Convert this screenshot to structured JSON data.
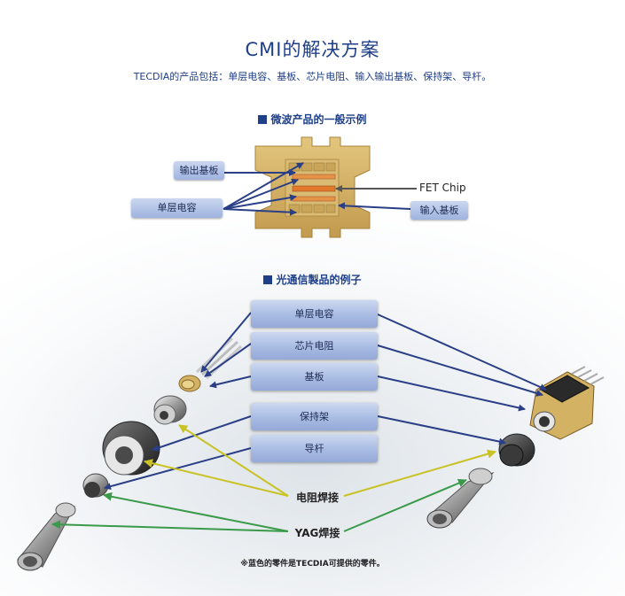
{
  "header": {
    "title": "CMI的解决方案",
    "subtitle": "TECDIA的产品包括：单层电容、基板、芯片电阻、输入输出基板、保持架、导杆。"
  },
  "microwave": {
    "heading": "微波产品的一般示例",
    "labels": {
      "output_substrate": "输出基板",
      "single_layer_cap": "单层电容",
      "fet_chip": "FET Chip",
      "input_substrate": "输入基板"
    }
  },
  "optical": {
    "heading": "光通信製品的例子",
    "components": [
      "单层电容",
      "芯片电阻",
      "基板",
      "保持架",
      "导杆"
    ],
    "processes": {
      "resistance_welding": "电阻焊接",
      "yag_welding": "YAG焊接"
    },
    "note": "※蓝色的零件是TECDIA可提供的零件。"
  },
  "colors": {
    "title_blue": "#1f3f88",
    "arrow_blue": "#2a3f86",
    "arrow_yellow": "#c9c224",
    "arrow_green": "#3a9a4a",
    "package_gold": "#d4b264",
    "strip_orange": "#e07a2a"
  }
}
